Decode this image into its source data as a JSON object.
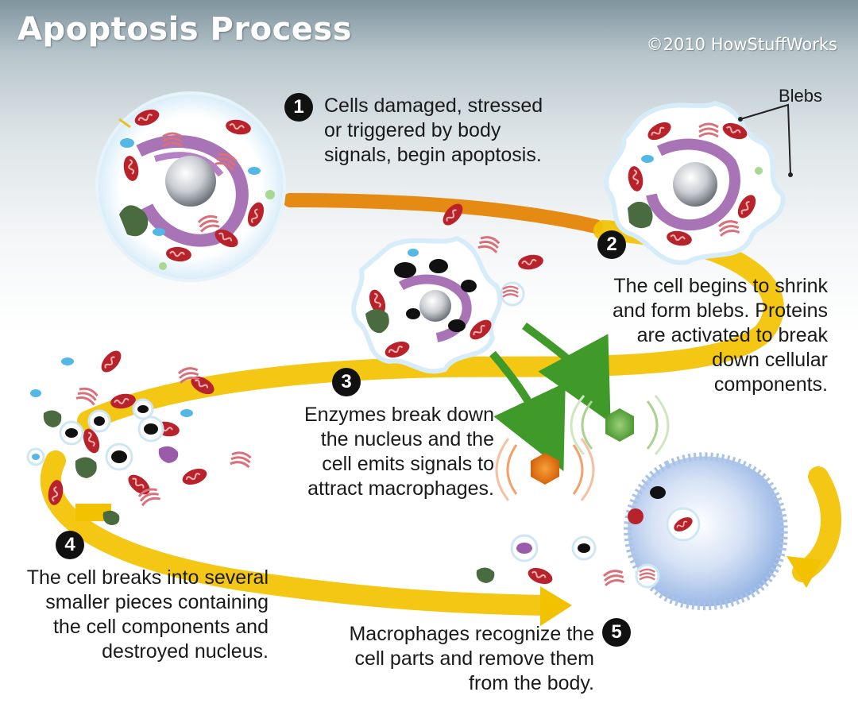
{
  "title": "Apoptosis Process",
  "copyright": "©2010 HowStuffWorks",
  "colors": {
    "flow_arrow": "#f2c200",
    "flow_arrow_start": "#e07a10",
    "signal_arrow": "#3f9a2a",
    "mitochondria": "#b8232b",
    "golgi": "#9a5ca8",
    "er": "#d9707a",
    "nucleus_fragments": "#111111",
    "macrophage": "#b4c8ec"
  },
  "label_blebs": "Blebs",
  "steps": [
    {
      "number": "1",
      "lines": [
        "Cells damaged, stressed",
        "or triggered by body",
        "signals, begin apoptosis."
      ]
    },
    {
      "number": "2",
      "lines": [
        "The cell begins to shrink",
        "and form blebs. Proteins",
        "are activated to break",
        "down cellular",
        "components."
      ]
    },
    {
      "number": "3",
      "lines": [
        "Enzymes break down",
        "the nucleus and the",
        "cell emits signals to",
        "attract macrophages."
      ]
    },
    {
      "number": "4",
      "lines": [
        "The cell breaks into several",
        "smaller pieces containing",
        "the cell components and",
        "destroyed nucleus."
      ]
    },
    {
      "number": "5",
      "lines": [
        "Macrophages recognize the",
        "cell parts and remove them",
        "from the body."
      ]
    }
  ]
}
